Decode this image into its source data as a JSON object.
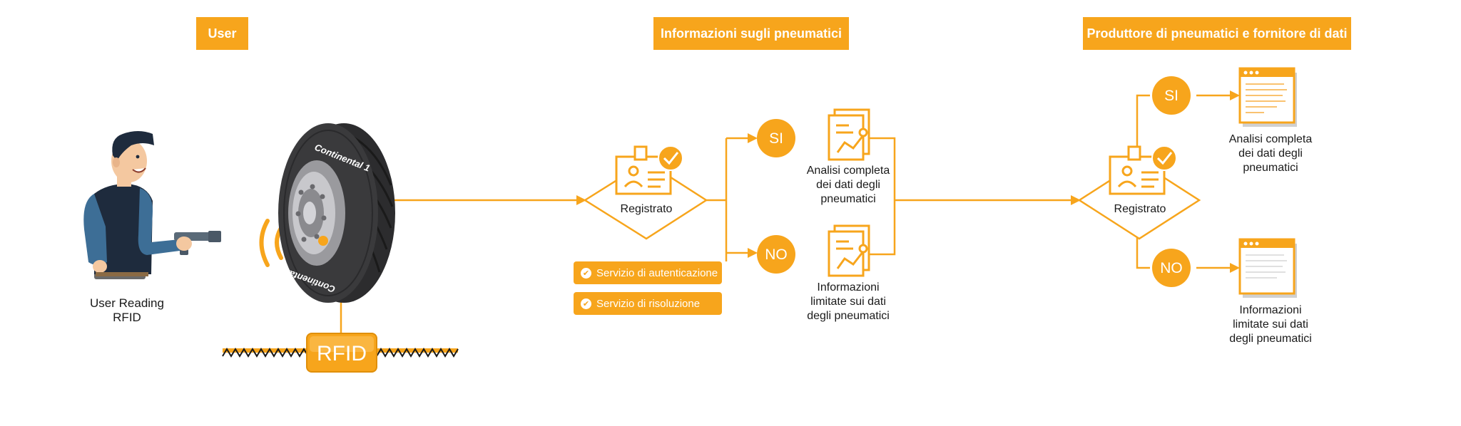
{
  "headers": {
    "user": "User",
    "tire_info": "Informazioni sugli pneumatici",
    "producer": "Produttore di pneumatici e fornitore di dati"
  },
  "user_label": [
    "User Reading",
    "RFID"
  ],
  "rfid_label": "RFID",
  "tire_brand": "Continental",
  "tire_brand_suffix": "1",
  "registered_label": "Registrato",
  "yes_label": "SI",
  "no_label": "NO",
  "full_analysis": [
    "Analisi completa",
    "dei dati degli",
    "pneumatici"
  ],
  "limited_info": [
    "Informazioni",
    "limitate sui dati",
    "degli pneumatici"
  ],
  "services": [
    "Servizio di autenticazione",
    "Servizio di risoluzione"
  ],
  "colors": {
    "accent": "#f7a51c",
    "text": "#1a1a1a",
    "tire": "#3a3a3c"
  }
}
